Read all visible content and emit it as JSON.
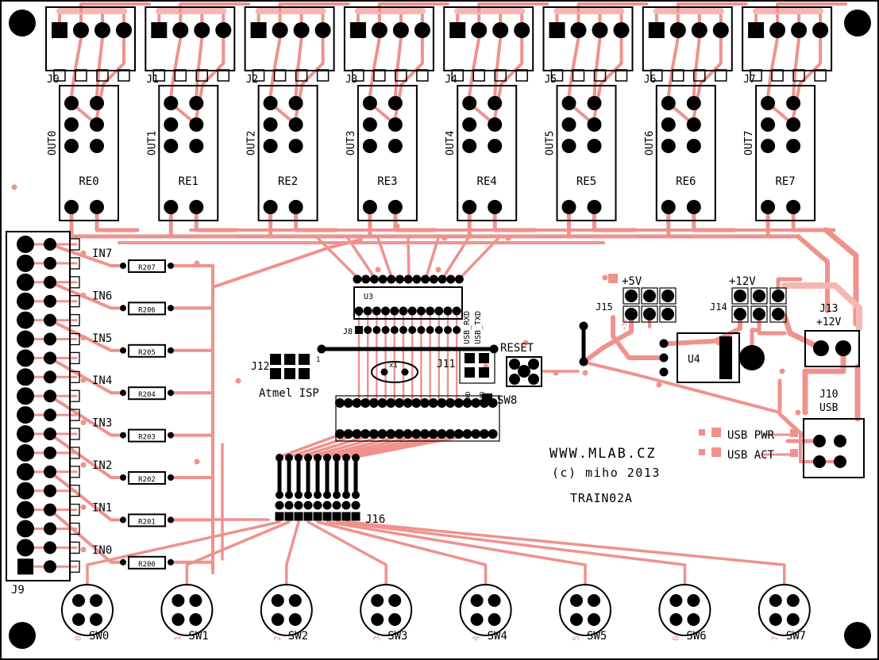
{
  "board": {
    "copper_color": "#ef928d",
    "copper_light": "#f6b7b3",
    "silk_color": "#000000",
    "background": "#ffffff"
  },
  "top_connectors": [
    {
      "label": "J0"
    },
    {
      "label": "J1"
    },
    {
      "label": "J2"
    },
    {
      "label": "J3"
    },
    {
      "label": "J4"
    },
    {
      "label": "J5"
    },
    {
      "label": "J6"
    },
    {
      "label": "J7"
    }
  ],
  "relays": [
    {
      "label": "RE0",
      "out": "OUT0"
    },
    {
      "label": "RE1",
      "out": "OUT1"
    },
    {
      "label": "RE2",
      "out": "OUT2"
    },
    {
      "label": "RE3",
      "out": "OUT3"
    },
    {
      "label": "RE4",
      "out": "OUT4"
    },
    {
      "label": "RE5",
      "out": "OUT5"
    },
    {
      "label": "RE6",
      "out": "OUT6"
    },
    {
      "label": "RE7",
      "out": "OUT7"
    }
  ],
  "left_connector": {
    "label": "J9"
  },
  "inputs": [
    {
      "label": "IN7",
      "resistor": "R207"
    },
    {
      "label": "IN6",
      "resistor": "R206"
    },
    {
      "label": "IN5",
      "resistor": "R205"
    },
    {
      "label": "IN4",
      "resistor": "R204"
    },
    {
      "label": "IN3",
      "resistor": "R203"
    },
    {
      "label": "IN2",
      "resistor": "R202"
    },
    {
      "label": "IN1",
      "resistor": "R201"
    },
    {
      "label": "IN0",
      "resistor": "R200"
    }
  ],
  "switches": [
    {
      "label": "SW0",
      "value": "0"
    },
    {
      "label": "SW1",
      "value": "1"
    },
    {
      "label": "SW2",
      "value": "2"
    },
    {
      "label": "SW3",
      "value": "3"
    },
    {
      "label": "SW4",
      "value": "4"
    },
    {
      "label": "SW5",
      "value": "5"
    },
    {
      "label": "SW6",
      "value": "6"
    },
    {
      "label": "SW7",
      "value": "7"
    }
  ],
  "center": {
    "u3": "U3",
    "u3_pin1": "1",
    "j8": "J8",
    "usb_rxd": "USB_RXD",
    "usb_txd": "USB_TXD",
    "j12": "J12",
    "j12_pin1": "1",
    "atmel_isp": "Atmel ISP",
    "xtal": "x1",
    "j11": "J11",
    "txd": "TXD",
    "rxd": "RXD",
    "reset": "RESET",
    "sw8": "SW8",
    "j16": "J16"
  },
  "power": {
    "p5v": "+5V",
    "j15": "J15",
    "p5v_small": "+5V",
    "p12v": "+12V",
    "j14": "J14",
    "u4": "U4",
    "j13": "J13",
    "j13_voltage": "+12V",
    "j10": "J10",
    "j10_type": "USB",
    "usb_pwr": "USB PWR",
    "usb_act": "USB ACT"
  },
  "title_block": {
    "website": "WWW.MLAB.CZ",
    "copyright": "(c) miho 2013",
    "board_name": "TRAIN02A"
  }
}
